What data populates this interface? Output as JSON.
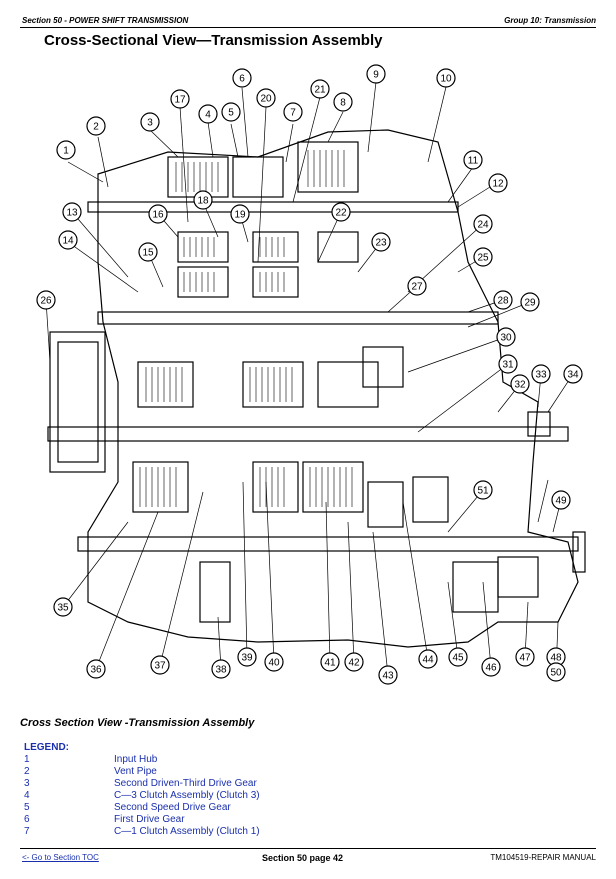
{
  "header": {
    "left": "Section 50 - POWER SHIFT TRANSMISSION",
    "right": "Group 10: Transmission"
  },
  "title": "Cross-Sectional View—Transmission Assembly",
  "callouts": [
    "1",
    "2",
    "3",
    "4",
    "5",
    "6",
    "7",
    "8",
    "9",
    "10",
    "11",
    "12",
    "13",
    "14",
    "15",
    "16",
    "17",
    "18",
    "19",
    "20",
    "21",
    "22",
    "23",
    "24",
    "25",
    "26",
    "27",
    "28",
    "29",
    "30",
    "31",
    "32",
    "33",
    "34",
    "35",
    "36",
    "37",
    "38",
    "39",
    "40",
    "41",
    "42",
    "43",
    "44",
    "45",
    "46",
    "47",
    "48",
    "49",
    "50",
    "51"
  ],
  "caption": "Cross Section View -Transmission Assembly",
  "legend": {
    "title": "LEGEND:",
    "items": [
      {
        "num": "1",
        "text": "Input Hub"
      },
      {
        "num": "2",
        "text": "Vent Pipe"
      },
      {
        "num": "3",
        "text": "Second Driven-Third Drive Gear"
      },
      {
        "num": "4",
        "text": "C—3 Clutch Assembly (Clutch 3)"
      },
      {
        "num": "5",
        "text": "Second Speed Drive Gear"
      },
      {
        "num": "6",
        "text": "First Drive Gear"
      },
      {
        "num": "7",
        "text": "C—1 Clutch Assembly (Clutch 1)"
      }
    ]
  },
  "footer": {
    "link": "<- Go to Section TOC",
    "page": "Section 50 page 42",
    "manual": "TM104519-REPAIR MANUAL"
  }
}
